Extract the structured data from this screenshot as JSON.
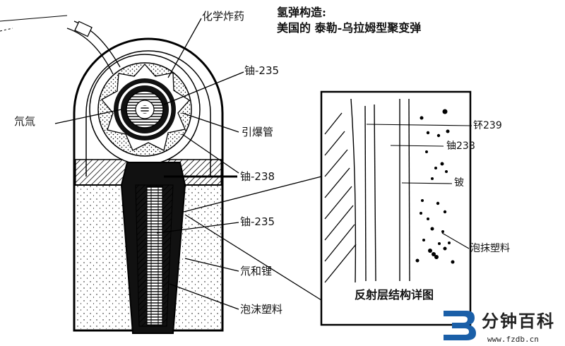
{
  "title": {
    "line1": "氢弹构造:",
    "line2": "美国的  泰勒-乌拉姆型聚变弹"
  },
  "labels": {
    "chem_explosive": "化学炸药",
    "u235_top": "铀-235",
    "tritium": "氘氚",
    "detonator": "引爆管",
    "u238": "铀-238",
    "u235_mid": "铀-235",
    "deuterium_lithium": "氘和锂",
    "foam": "泡沫塑料"
  },
  "detail": {
    "caption": "反射层结构详图",
    "pu239": "钚239",
    "u238": "铀238",
    "beryllium": "铍",
    "foam": "泡抹塑料"
  },
  "watermark": {
    "cn": "分钟百科",
    "url": "www.fzdb.cn"
  },
  "colors": {
    "ink": "#111111",
    "line": "#000000",
    "logo_blue": "#1a5fa8",
    "logo_dark": "#222222"
  }
}
